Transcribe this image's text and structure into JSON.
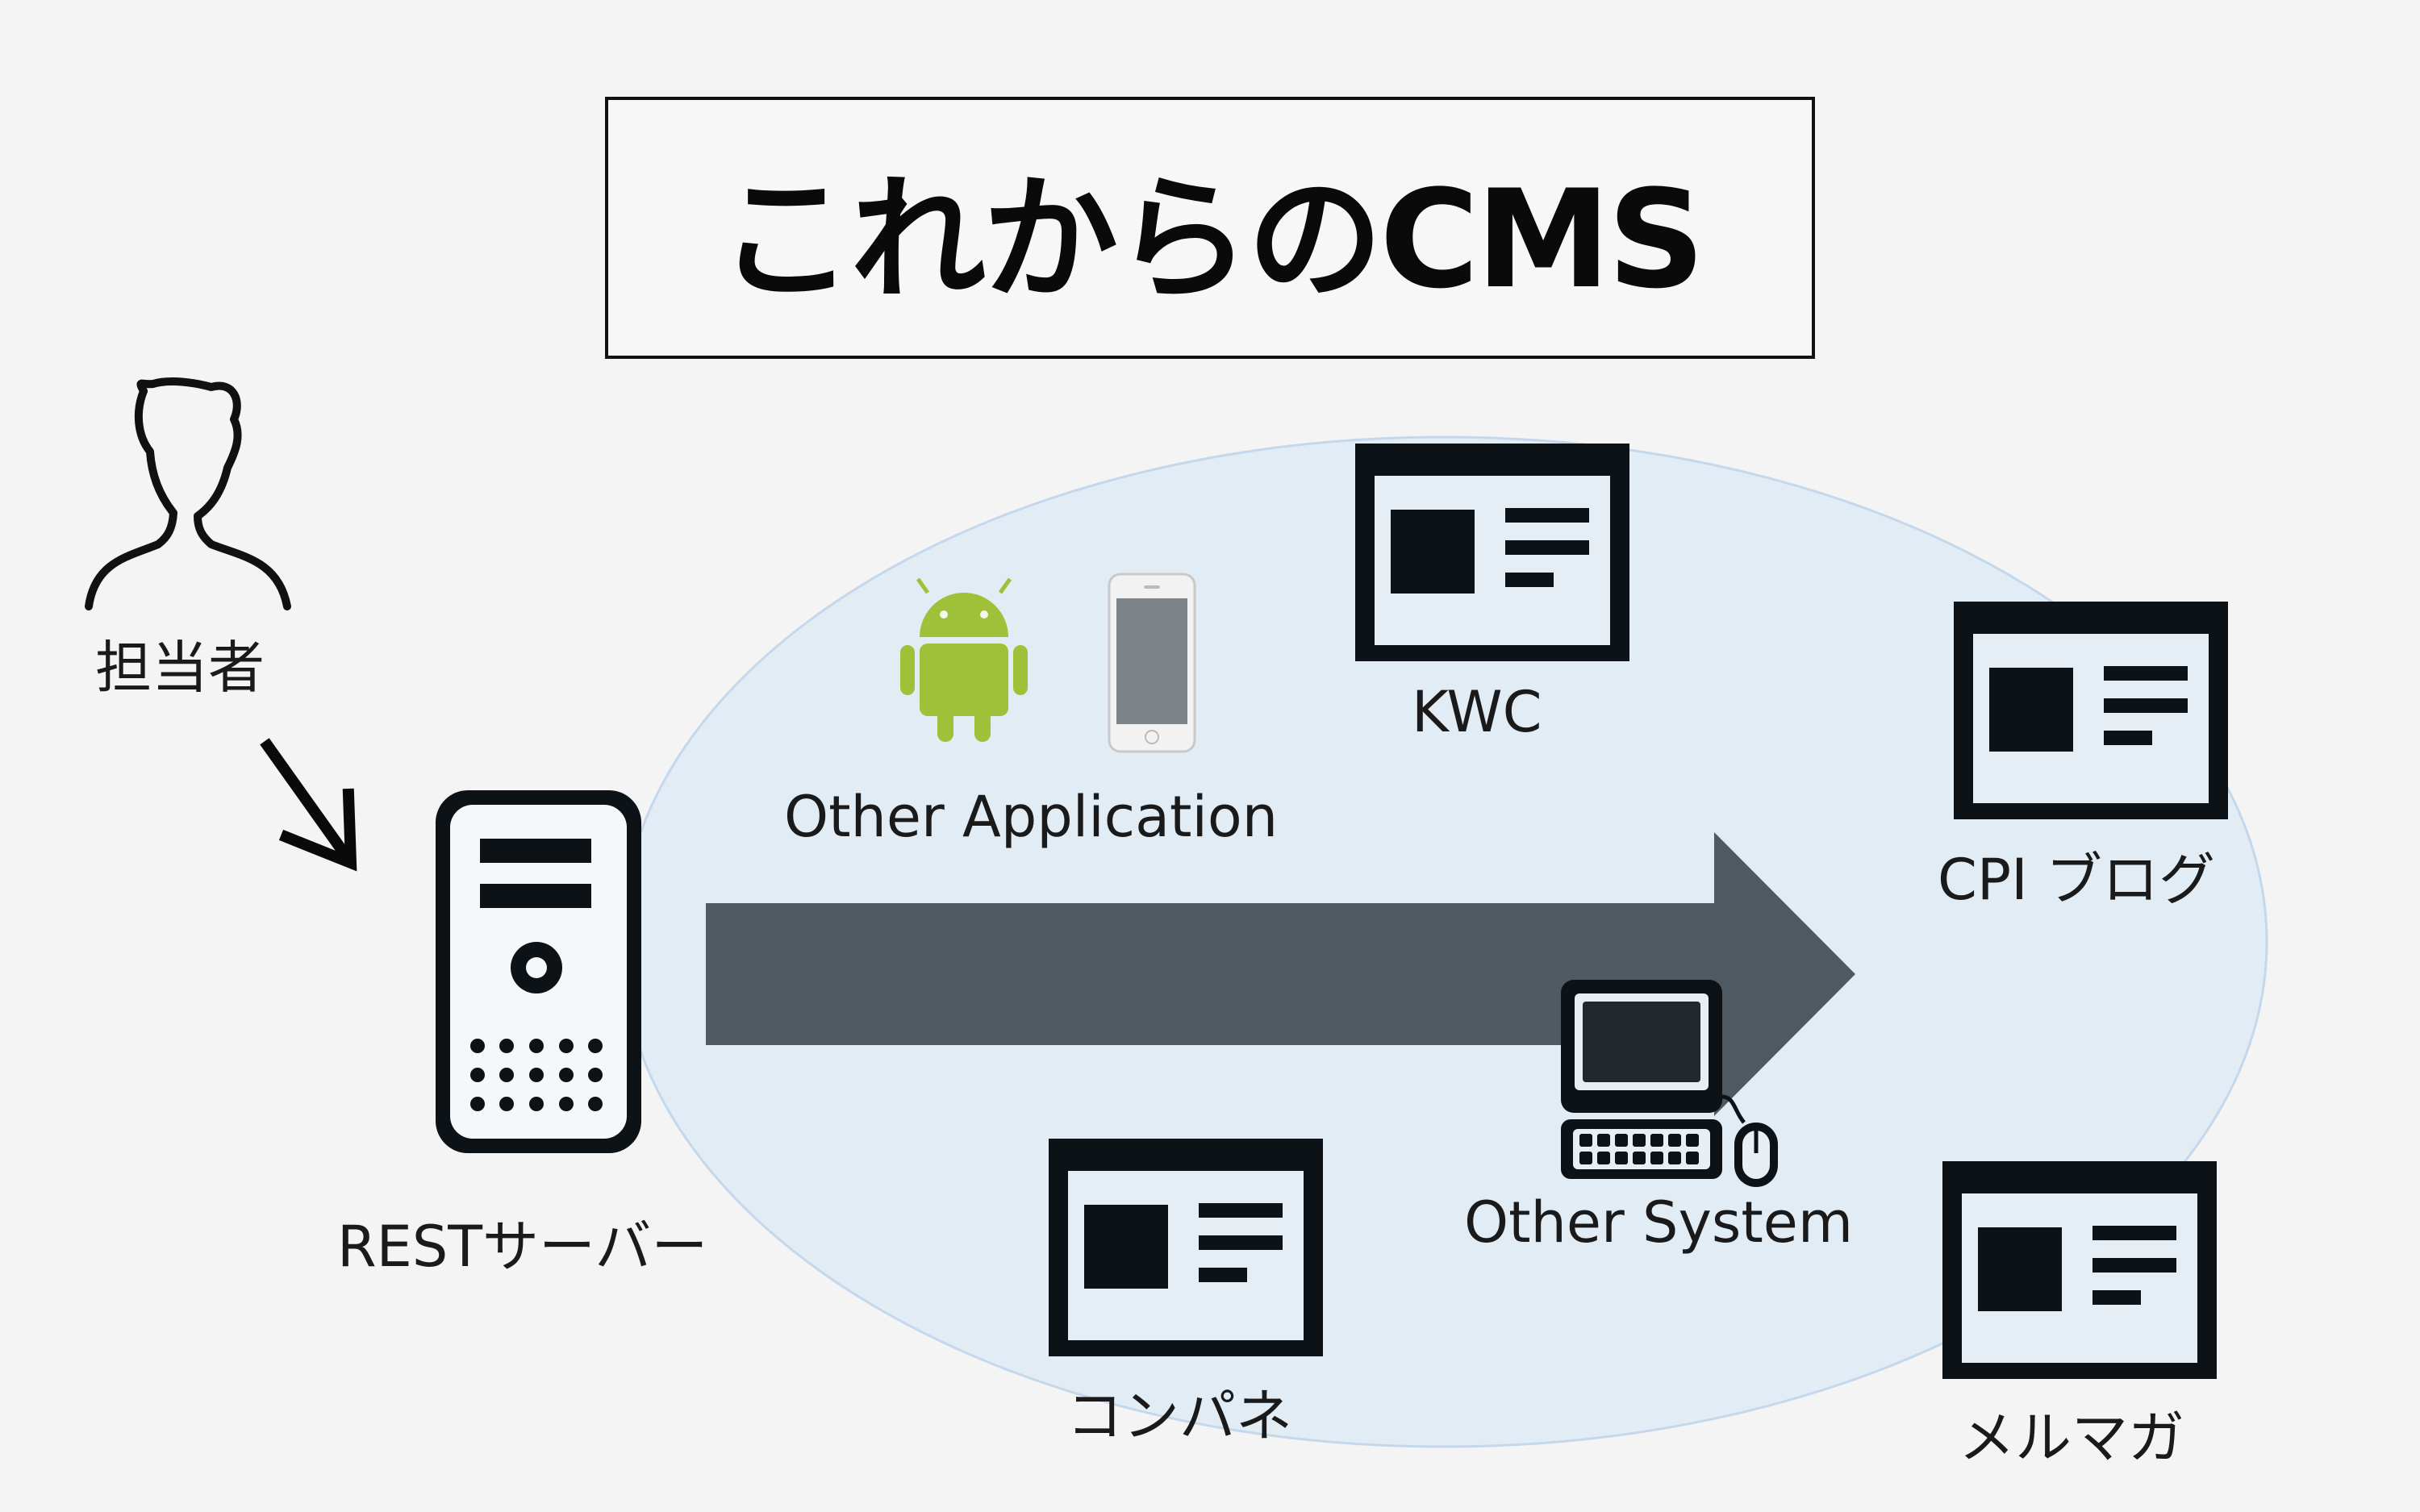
{
  "title": "これからのCMS",
  "nodes": {
    "person": {
      "label": "担当者",
      "icon": "person-icon"
    },
    "server": {
      "label": "RESTサーバー",
      "icon": "server-tower-icon"
    },
    "other_app": {
      "label": "Other Application",
      "icons": [
        "android-icon",
        "smartphone-icon"
      ]
    },
    "kwc": {
      "label": "KWC",
      "icon": "webpage-icon"
    },
    "cpi_blog": {
      "label": "CPI ブログ",
      "icon": "webpage-icon"
    },
    "other_system": {
      "label": "Other System",
      "icon": "desktop-computer-icon"
    },
    "compane": {
      "label": "コンパネ",
      "icon": "webpage-icon"
    },
    "mailmag": {
      "label": "メルマガ",
      "icon": "webpage-icon"
    }
  },
  "colors": {
    "ellipse_fill": "#e2ecf5",
    "ellipse_stroke": "#c5d8eb",
    "arrow": "#4e5961",
    "android_green": "#9fc13a",
    "icon_dark": "#0c1215"
  }
}
